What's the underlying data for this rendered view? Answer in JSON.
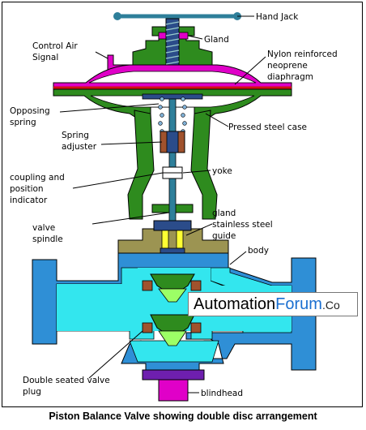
{
  "labels": {
    "hand_jack": "Hand Jack",
    "gland_top": "Gland",
    "control_air_1": "Control Air",
    "control_air_2": "Signal",
    "nylon_1": "Nylon reinforced",
    "nylon_2": "neoprene",
    "nylon_3": "diaphragm",
    "opposing_1": "Opposing",
    "opposing_2": "spring",
    "spring_adj_1": "Spring",
    "spring_adj_2": "adjuster",
    "pressed_steel": "Pressed steel case",
    "yoke": "yoke",
    "coupling_1": "coupling and",
    "coupling_2": "position",
    "coupling_3": "indicator",
    "valve_1": "valve",
    "valve_2": "spindle",
    "gland_1": "gland",
    "gland_2": "stainless steel",
    "gland_3": "guide",
    "body": "body",
    "double_1": "Double seated valve",
    "double_2": "plug",
    "blindhead": "blindhead"
  },
  "brand": {
    "part1": "Automation",
    "part2": "Forum",
    "part3": ".Co"
  },
  "caption": "Piston Balance Valve showing double disc arrangement",
  "colors": {
    "cyan": "#33e6ee",
    "body_blue": "#2f8fd6",
    "green": "#2e8b1e",
    "magenta": "#e000c8",
    "olive": "#9c9452",
    "navy": "#2b4c8a",
    "red": "#d01010",
    "yellow": "#ffff33",
    "purple": "#6e1fae",
    "handwheel": "#2e7f9a"
  }
}
